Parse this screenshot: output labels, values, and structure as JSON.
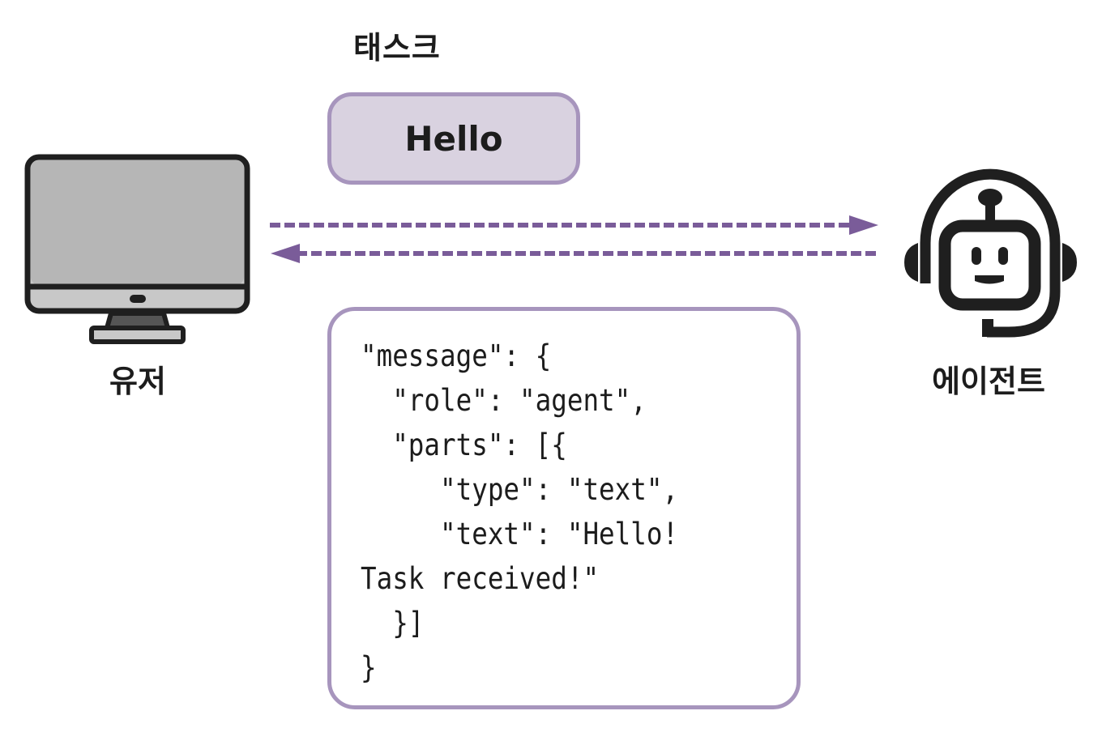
{
  "task": {
    "title": "태스크",
    "content": "Hello"
  },
  "user": {
    "label": "유저",
    "icon": "desktop-monitor-icon"
  },
  "agent": {
    "label": "에이전트",
    "icon": "robot-headset-icon"
  },
  "arrows": [
    {
      "direction": "user-to-agent",
      "style": "dashed"
    },
    {
      "direction": "agent-to-user",
      "style": "dashed"
    }
  ],
  "message": {
    "code": "\"message\": {\n  \"role\": \"agent\",\n  \"parts\": [{\n     \"type\": \"text\",\n     \"text\": \"Hello!\nTask received!\"\n  }]\n}"
  },
  "colors": {
    "accent": "#7a5c99",
    "box_fill": "#d9d2e0",
    "box_border": "#a795bd",
    "icon_dark": "#1f1f1f",
    "screen_gray": "#b6b6b6"
  }
}
